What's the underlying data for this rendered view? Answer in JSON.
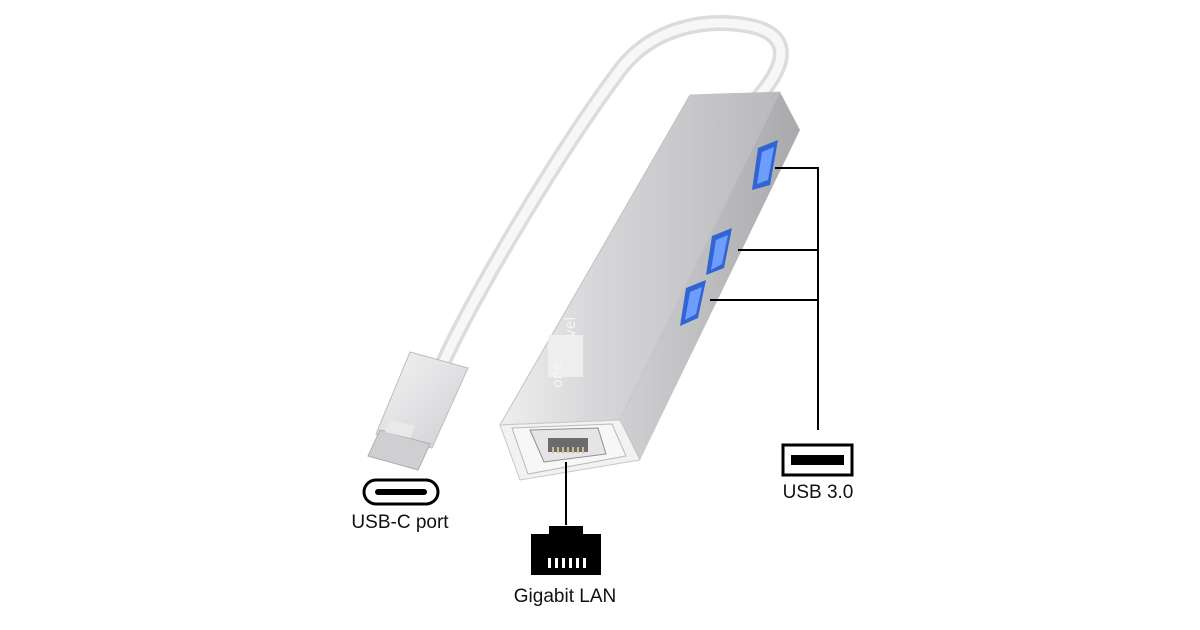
{
  "brand": {
    "text_top": "level",
    "text_bottom": "one"
  },
  "labels": {
    "usb_c": "USB-C port",
    "lan": "Gigabit LAN",
    "usb3": "USB 3.0"
  },
  "colors": {
    "background": "#ffffff",
    "hub_body": "#c9c9cb",
    "hub_highlight": "#e6e6e8",
    "usb3_port_blue": "#3a6fd8",
    "cable": "#f1f1f1",
    "icon_black": "#000000"
  },
  "icons": [
    "usb-c-port-icon",
    "rj45-port-icon",
    "usb-a-port-icon"
  ]
}
